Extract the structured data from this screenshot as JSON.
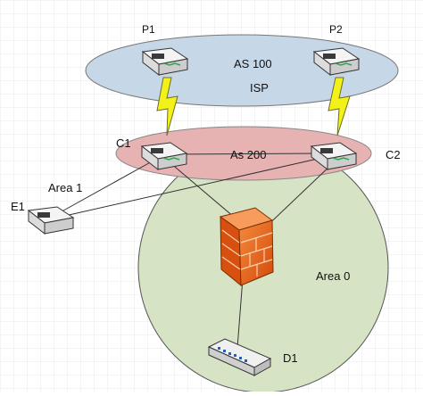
{
  "labels": {
    "p1": "P1",
    "p2": "P2",
    "as100": "AS 100",
    "isp": "ISP",
    "c1": "C1",
    "c2": "C2",
    "as200": "As 200",
    "area1": "Area 1",
    "e1": "E1",
    "area0": "Area 0",
    "d1": "D1"
  },
  "colors": {
    "grid": "#d9d9d9",
    "as100_fill": "#c6d7e8",
    "as200_fill": "#e6b2b2",
    "area0_fill": "#d6e4c5",
    "link": "#333333",
    "serial_link": "#f2f21a",
    "firewall": "#ef6a1c"
  },
  "icons": {
    "router": "router-icon",
    "firewall": "firewall-icon",
    "switch": "switch-icon",
    "serial_link": "lightning-bolt-icon"
  }
}
